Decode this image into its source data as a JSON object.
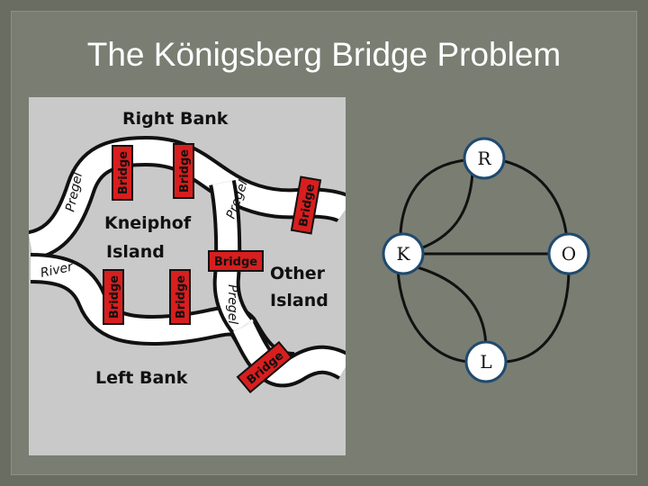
{
  "title": "The Königsberg Bridge Problem",
  "map": {
    "right_bank": "Right Bank",
    "left_bank": "Left Bank",
    "kneiphof_line1": "Kneiphof",
    "kneiphof_line2": "Island",
    "other_line1": "Other",
    "other_line2": "Island",
    "bridge_label": "Bridge",
    "pregel_label": "Pregel",
    "river_label": "River"
  },
  "graph": {
    "nodes": [
      {
        "id": "R",
        "label": "R"
      },
      {
        "id": "K",
        "label": "K"
      },
      {
        "id": "O",
        "label": "O"
      },
      {
        "id": "L",
        "label": "L"
      }
    ]
  }
}
